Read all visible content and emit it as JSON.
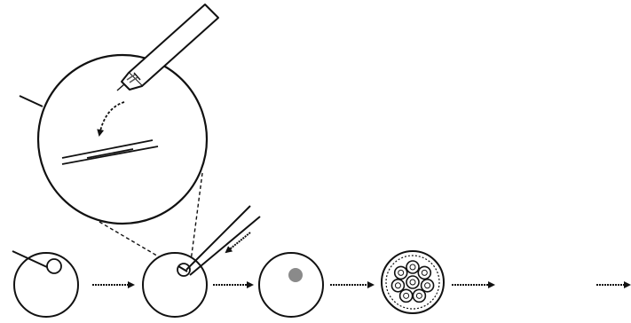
{
  "colors": {
    "background": "#ffffff",
    "stroke": "#111111",
    "nucleus_fill": "#8a8a8a",
    "pipette_core": "#555555"
  },
  "icons": {
    "pipette": "injection-pipette-icon",
    "holding_needle": "holding-needle-icon",
    "zoom_circle": "magnified-view-icon",
    "arrow": "process-arrow-icon",
    "nucleus": "nucleus-icon",
    "embryo": "multicell-embryo-icon"
  },
  "diagram": {
    "steps": [
      {
        "id": "oocyte",
        "icon": "cell-with-nucleus-icon"
      },
      {
        "id": "injection",
        "icon": "cell-injection-icon"
      },
      {
        "id": "fused-cell",
        "icon": "cell-nucleus-icon"
      },
      {
        "id": "embryo",
        "icon": "multicell-embryo-icon"
      },
      {
        "id": "result",
        "icon": "empty-step"
      }
    ],
    "embryo_cell_count": 8
  }
}
